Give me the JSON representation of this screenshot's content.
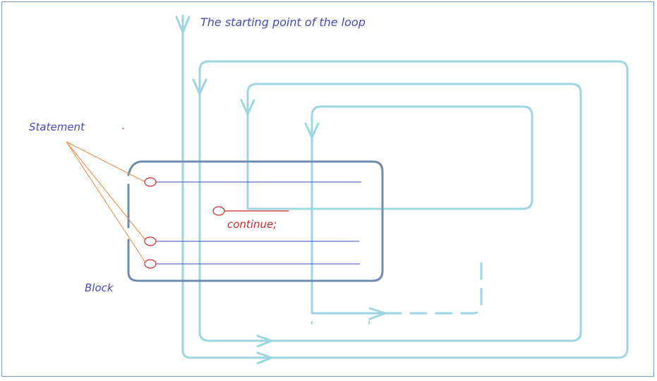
{
  "labels": {
    "start": "The starting point of the loop",
    "statement": "Statement",
    "block": "Block",
    "continue": "continue;"
  },
  "colors": {
    "loop": "#9ed6e0",
    "block": "#6f8cac",
    "statement_line": "#3a4bb0",
    "statement_marker": "#cc2a2a",
    "callout": "#e08a4a",
    "label_text": "#4a4ab4",
    "continue_text": "#cc2a2a"
  }
}
